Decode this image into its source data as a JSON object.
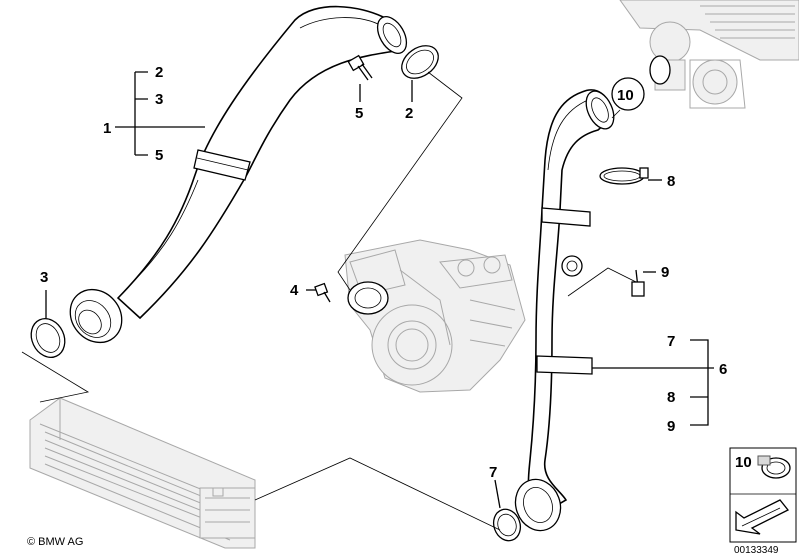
{
  "callouts": {
    "c1": "1",
    "c2a": "2",
    "c3a": "3",
    "c5a": "5",
    "c5b": "5",
    "c2b": "2",
    "c3b": "3",
    "c4": "4",
    "c10": "10",
    "c8a": "8",
    "c9a": "9",
    "c7a": "7",
    "c6": "6",
    "c8b": "8",
    "c9b": "9",
    "c7b": "7",
    "c10b": "10"
  },
  "footer": {
    "copyright": "© BMW AG",
    "diagram_number": "00133349"
  }
}
